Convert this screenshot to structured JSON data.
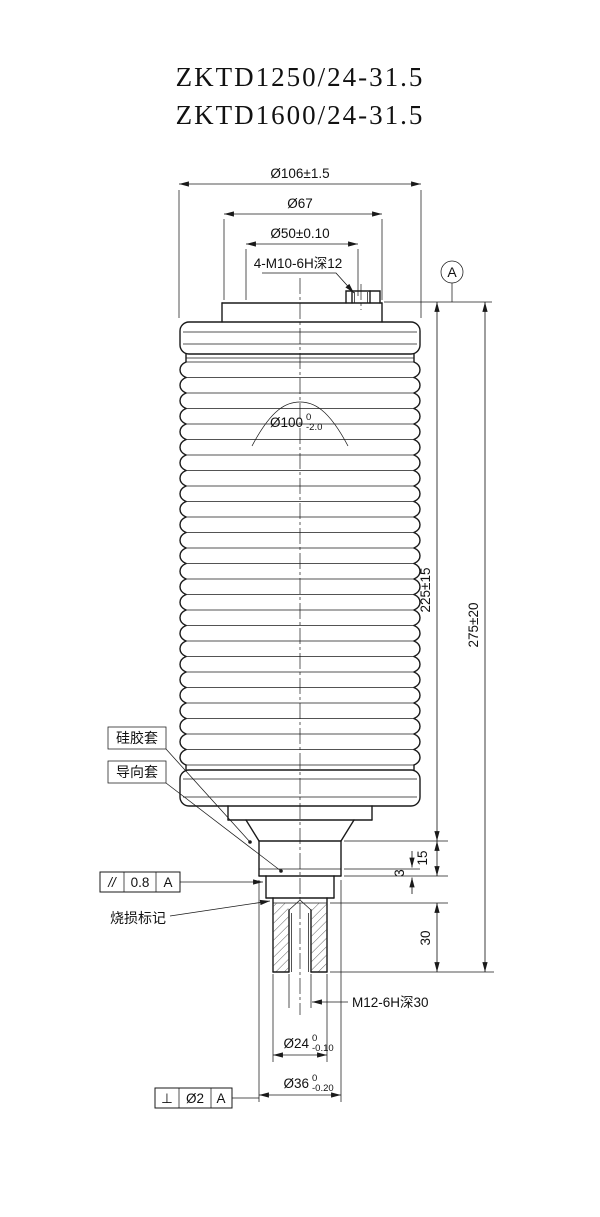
{
  "title": {
    "line1": "ZKTD1250/24-31.5",
    "line2": "ZKTD1600/24-31.5"
  },
  "dims": {
    "top_width": "Ø106±1.5",
    "cap_width": "Ø67",
    "bolt_circle": "Ø50±0.10",
    "bolt_holes": "4-M10-6H深12",
    "body_dia": "Ø100",
    "body_dia_tol_up": "0",
    "body_dia_tol_dn": "-2.0",
    "body_len": "225±15",
    "overall_len": "275±20",
    "sleeve_len": "15",
    "step": "3",
    "stem_len": "30",
    "stem_thread": "M12-6H深30",
    "rod_dia": "Ø24",
    "rod_dia_tol_up": "0",
    "rod_dia_tol_dn": "-0.10",
    "sleeve_dia": "Ø36",
    "sleeve_dia_tol_up": "0",
    "sleeve_dia_tol_dn": "-0.20"
  },
  "labels": {
    "silicone_sleeve": "硅胶套",
    "guide_sleeve": "导向套",
    "burn_mark": "烧损标记"
  },
  "gdt": {
    "datum": "A",
    "parallelism": {
      "symbol": "//",
      "value": "0.8",
      "datum": "A"
    },
    "perpendicularity": {
      "symbol": "⊥",
      "value": "Ø2",
      "datum": "A"
    }
  }
}
